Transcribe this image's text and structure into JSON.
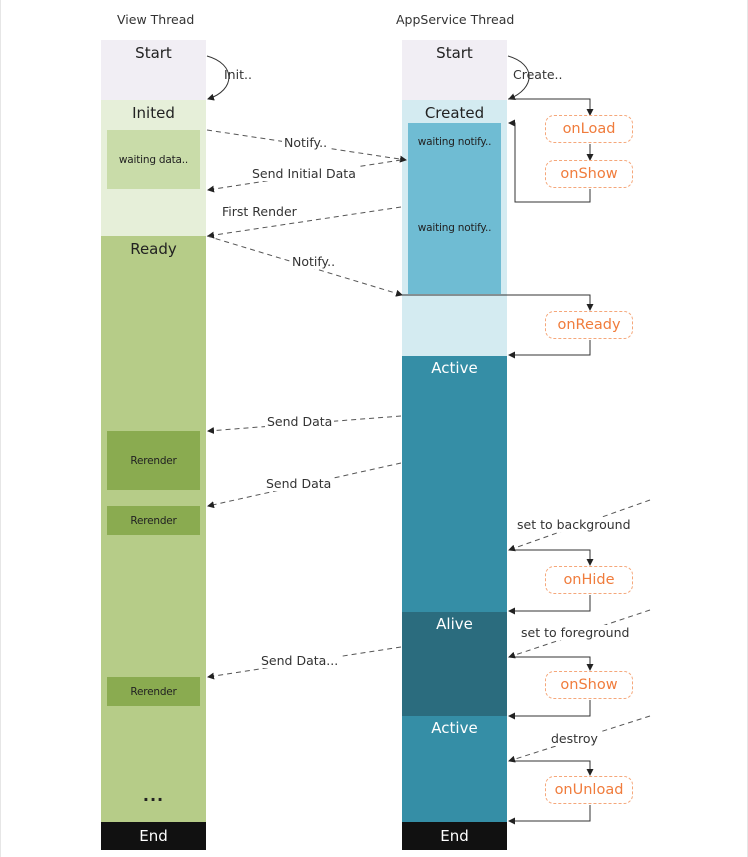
{
  "headers": {
    "view": "View Thread",
    "app": "AppService Thread"
  },
  "view": {
    "start": "Start",
    "inited": "Inited",
    "waiting": "waiting data..",
    "ready": "Ready",
    "rerender": "Rerender",
    "ellipsis": "...",
    "end": "End"
  },
  "app": {
    "start": "Start",
    "created": "Created",
    "waiting1": "waiting notify..",
    "waiting2": "waiting notify..",
    "active1": "Active",
    "alive": "Alive",
    "active2": "Active",
    "end": "End"
  },
  "hooks": {
    "onload": "onLoad",
    "onshow1": "onShow",
    "onready": "onReady",
    "onhide": "onHide",
    "onshow2": "onShow",
    "onunload": "onUnload"
  },
  "messages": {
    "init": "Init..",
    "create": "Create..",
    "notify1": "Notify..",
    "send_initial": "Send Initial Data",
    "first_render": "First Render",
    "notify2": "Notify..",
    "send_data1": "Send Data",
    "send_data2": "Send Data",
    "send_data3": "Send Data...",
    "background": "set to background",
    "foreground": "set to foreground",
    "destroy": "destroy"
  },
  "colors": {
    "start_bg": "#f1eef4",
    "inited_bg": "#e6efd9",
    "view_light": "#c9dca9",
    "view_main": "#b6cc88",
    "rerender": "#8aab50",
    "end_bg": "#111111",
    "created_bg": "#d4ebf1",
    "waiting_bg": "#6fbcd3",
    "active_bg": "#358ea6",
    "alive_bg": "#2b6c7e",
    "hook_border": "#f5a77a",
    "hook_text": "#f07c3c"
  }
}
